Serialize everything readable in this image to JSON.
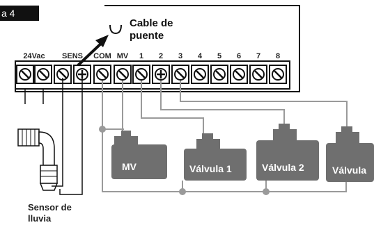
{
  "figure_tab": "a 4",
  "jumper_label_line1": "Cable de",
  "jumper_label_line2": "puente",
  "terminals": [
    "24Vac",
    "SENS",
    "COM",
    "MV",
    "1",
    "2",
    "3",
    "4",
    "5",
    "6",
    "7",
    "8"
  ],
  "valves": [
    "MV",
    "Válvula 1",
    "Válvula 2",
    "Válvula"
  ],
  "sensor_label_line1": "Sensor de",
  "sensor_label_line2": "lluvia",
  "colors": {
    "wire": "#9a9a9a",
    "valve": "#6f6f6f",
    "ink": "#111111"
  }
}
